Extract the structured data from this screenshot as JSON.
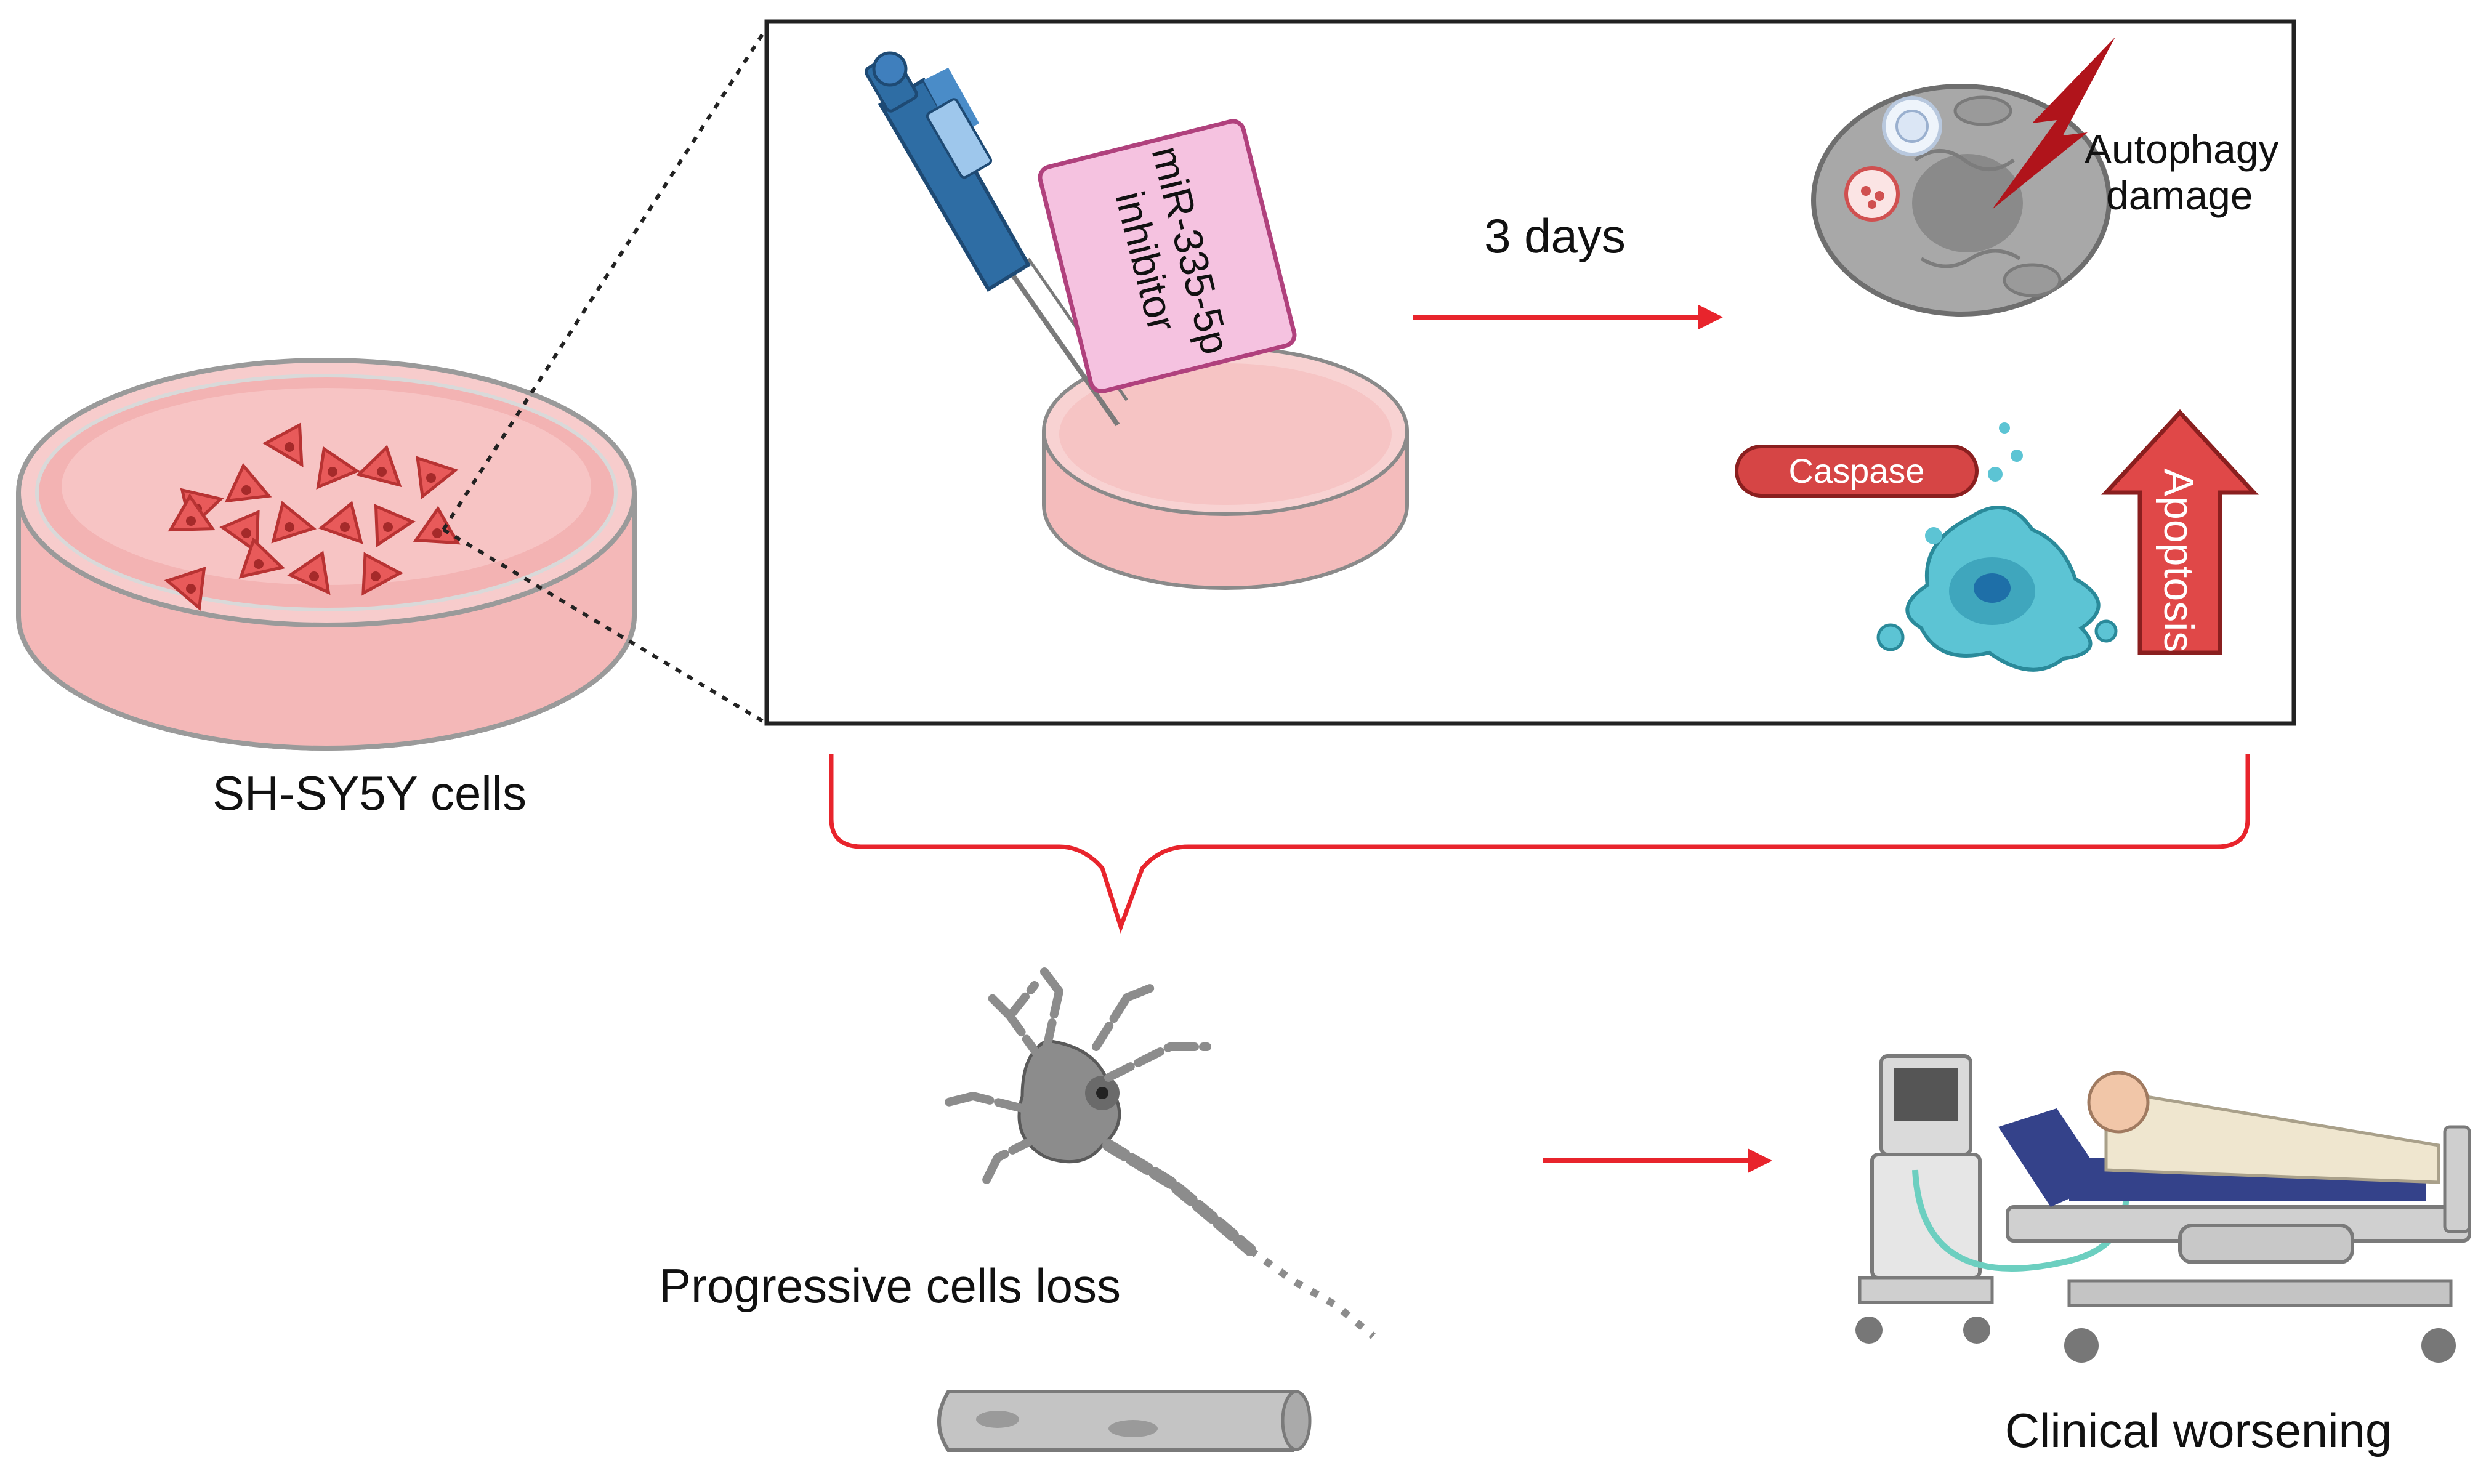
{
  "labels": {
    "cell_line": "SH-SY5Y cells",
    "inhibitor_line1": "miR-335-5p",
    "inhibitor_line2": "inhibitor",
    "duration": "3 days",
    "autophagy_line1": "Autophagy",
    "autophagy_line2": "damage",
    "caspase": "Caspase",
    "apoptosis": "Apoptosis",
    "cell_loss": "Progressive cells loss",
    "outcome": "Clinical worsening"
  },
  "colors": {
    "accent_red": "#e8242c",
    "dish_pink": "#f6c9c9",
    "dish_rim": "#8a8a8a",
    "cell_red": "#e85a5a",
    "label_box_fill": "#f5c2e0",
    "label_box_stroke": "#b0417d",
    "pipette_blue": "#2e6da4",
    "caspase_fill": "#d64545",
    "apoptotic_cell": "#5cc4d4",
    "neuron_gray": "#8c8c8c",
    "bed_blue": "#34428a"
  }
}
